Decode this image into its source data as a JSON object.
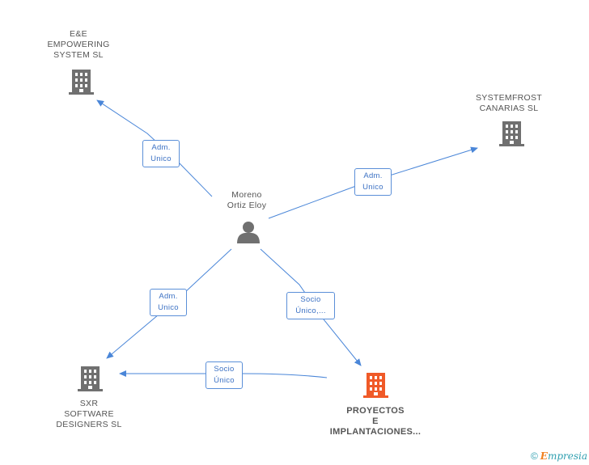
{
  "nodes": {
    "ee": {
      "label": "E&E\nEMPOWERING\nSYSTEM SL"
    },
    "systemfrost": {
      "label": "SYSTEMFROST\nCANARIAS  SL"
    },
    "person": {
      "label": "Moreno\nOrtiz Eloy"
    },
    "sxr": {
      "label": "SXR\nSOFTWARE\nDESIGNERS SL"
    },
    "proyectos": {
      "label": "PROYECTOS\nE\nIMPLANTACIONES..."
    }
  },
  "edges": {
    "to_ee": {
      "label": "Adm.\nUnico"
    },
    "to_systemfrost": {
      "label": "Adm.\nUnico"
    },
    "to_sxr": {
      "label": "Adm.\nUnico"
    },
    "to_proyectos": {
      "label": "Socio\nÚnico,..."
    },
    "proyectos_to_sxr": {
      "label": "Socio\nÚnico"
    }
  },
  "colors": {
    "edge": "#4a86d8",
    "building": "#707070",
    "building_highlight": "#f05a28",
    "person": "#707070"
  },
  "footer": {
    "copyright": "©",
    "brand_initial": "E",
    "brand_rest": "mpresia"
  }
}
